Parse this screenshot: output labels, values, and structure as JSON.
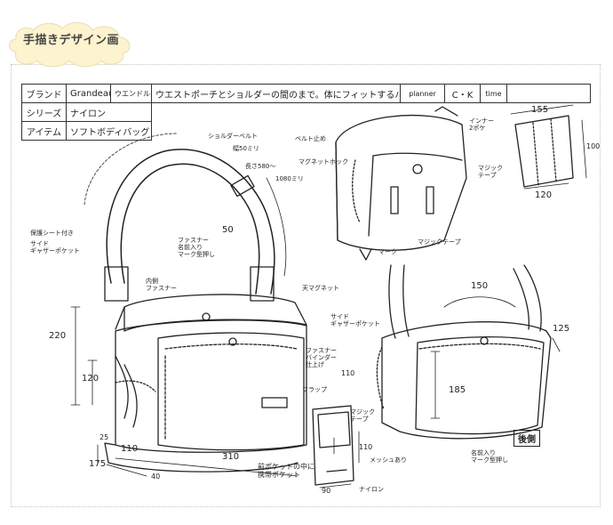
{
  "badge": {
    "text": "手描きデザイン画",
    "bg": "#fdf3cf",
    "border": "#e8ddb3"
  },
  "table": {
    "row1": {
      "label": "ブランド",
      "brand": "Grandeauve",
      "sub": "ウエンドルー",
      "concept": "ウエストポーチとショルダーの間のまで。体にフィットするバッグ。",
      "planner_label": "planner",
      "planner_value": "C・K",
      "time_label": "time",
      "time_value": ""
    },
    "row2": {
      "label": "シリーズ",
      "value": "ナイロン"
    },
    "row3": {
      "label": "アイテム",
      "value": "ソフトボディバッグ"
    }
  },
  "annotations": {
    "shoulder_belt": "ショルダーベルト",
    "width_50": "幅50ミリ",
    "len_580": "長さ580～",
    "len_1080": "1080ミリ",
    "dim_50": "50",
    "protect_sheet": "保護シート付き",
    "side_gusset": "サイド\nギャザーポケット",
    "inner_zip": "内側\nファスナー",
    "zip_open": "ファスナー\n名前入り\nマーク型押し",
    "top_magnet": "天マグネット",
    "dim_220": "220",
    "dim_120": "120",
    "dim_25": "25",
    "dim_110": "110",
    "dim_175": "175",
    "dim_40": "40",
    "dim_310": "310",
    "front_pocket": "前ポケットの中に\n携帯ポケット",
    "belt_fix": "ベルト止め",
    "magnet_hook": "マグネットホック",
    "marker": "マーク",
    "magic_tape": "マジックテープ",
    "inner_pocket_label": "インナー\n2ポケ",
    "dim_155": "155",
    "dim_100": "100",
    "dim_120b": "120",
    "magic_tape2": "マジック\nテープ",
    "dim_150": "150",
    "dim_125": "125",
    "side_gusset2": "サイド\nギャザーポケット",
    "zip_binder": "ファスナー\nバインダー\n仕上げ",
    "dim_185": "185",
    "flap": "フラップ",
    "dim_110b": "110",
    "magic_tape3": "マジック\nテープ",
    "mesh": "メッシュあり",
    "dim_90": "90",
    "nylon": "ナイロン",
    "name_mark": "名前入り\nマーク型押し",
    "back_side": "後側"
  }
}
